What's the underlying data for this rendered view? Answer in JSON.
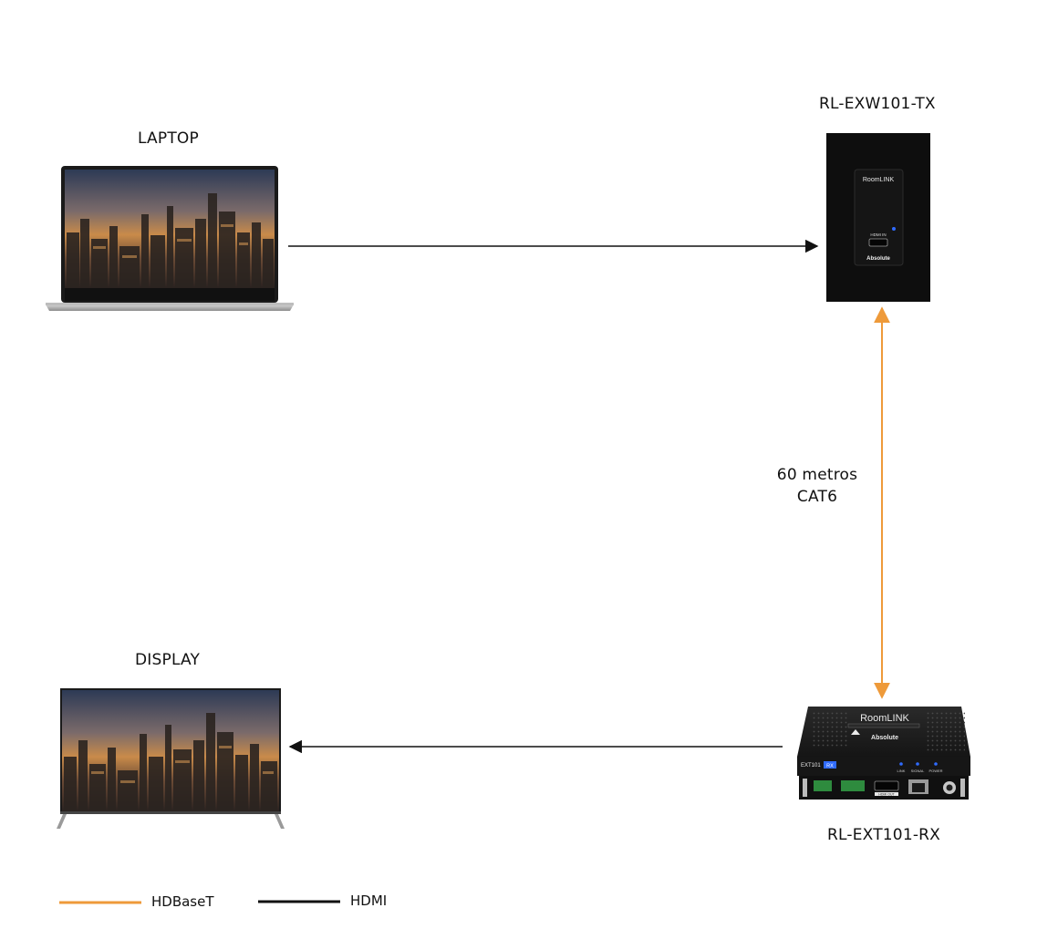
{
  "nodes": {
    "laptop": {
      "label": "LAPTOP"
    },
    "transmitter": {
      "label": "RL-EXW101-TX",
      "brand_text": "RoomLINK",
      "port_label": "HDMI IN",
      "maker_text": "Absolute"
    },
    "display": {
      "label": "DISPLAY"
    },
    "receiver": {
      "label": "RL-EXT101-RX",
      "brand_text": "RoomLINK",
      "maker_text": "Absolute",
      "model_text": "EXT101",
      "model_badge": "RX",
      "led_labels": [
        "LINK",
        "SIGNAL",
        "POWER"
      ],
      "port_label": "HDMI OUT"
    }
  },
  "cable": {
    "length": "60 metros",
    "type": "CAT6"
  },
  "legend": {
    "hdbaset": {
      "label": "HDBaseT",
      "color": "#ee9a3a"
    },
    "hdmi": {
      "label": "HDMI",
      "color": "#111111"
    }
  }
}
